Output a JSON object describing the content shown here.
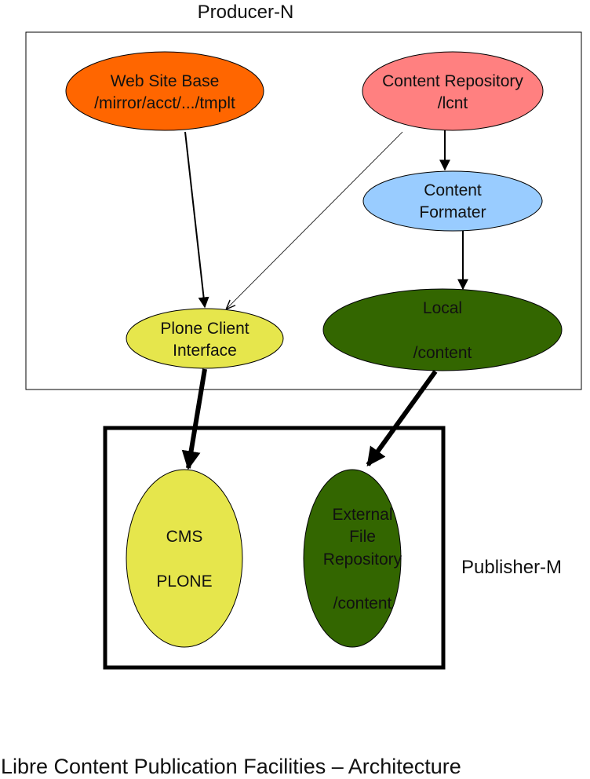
{
  "producer_label": "Producer-N",
  "publisher_label": "Publisher-M",
  "footer_title": "Libre Content Publication Facilities – Architecture",
  "colors": {
    "web_site_base": "#ff6600",
    "content_repository": "#ff8080",
    "content_formater": "#99ccff",
    "plone_client": "#e6e64c",
    "local_content": "#336600",
    "cms_plone": "#e6e64c",
    "external_file_repository": "#336600"
  },
  "nodes": {
    "web_site_base": {
      "line1": "Web Site Base",
      "line2": "/mirror/acct/.../tmplt"
    },
    "content_repository": {
      "line1": "Content Repository",
      "line2": "/lcnt"
    },
    "content_formater": {
      "line1": "Content",
      "line2": "Formater"
    },
    "plone_client": {
      "line1": "Plone Client",
      "line2": "Interface"
    },
    "local_content": {
      "line1": "Local",
      "line2": "/content"
    },
    "cms_plone": {
      "line1": "CMS",
      "line2": "PLONE"
    },
    "external_file_repository": {
      "line1": "External",
      "line2": "File",
      "line3": "Repository",
      "line4": "/content"
    }
  }
}
